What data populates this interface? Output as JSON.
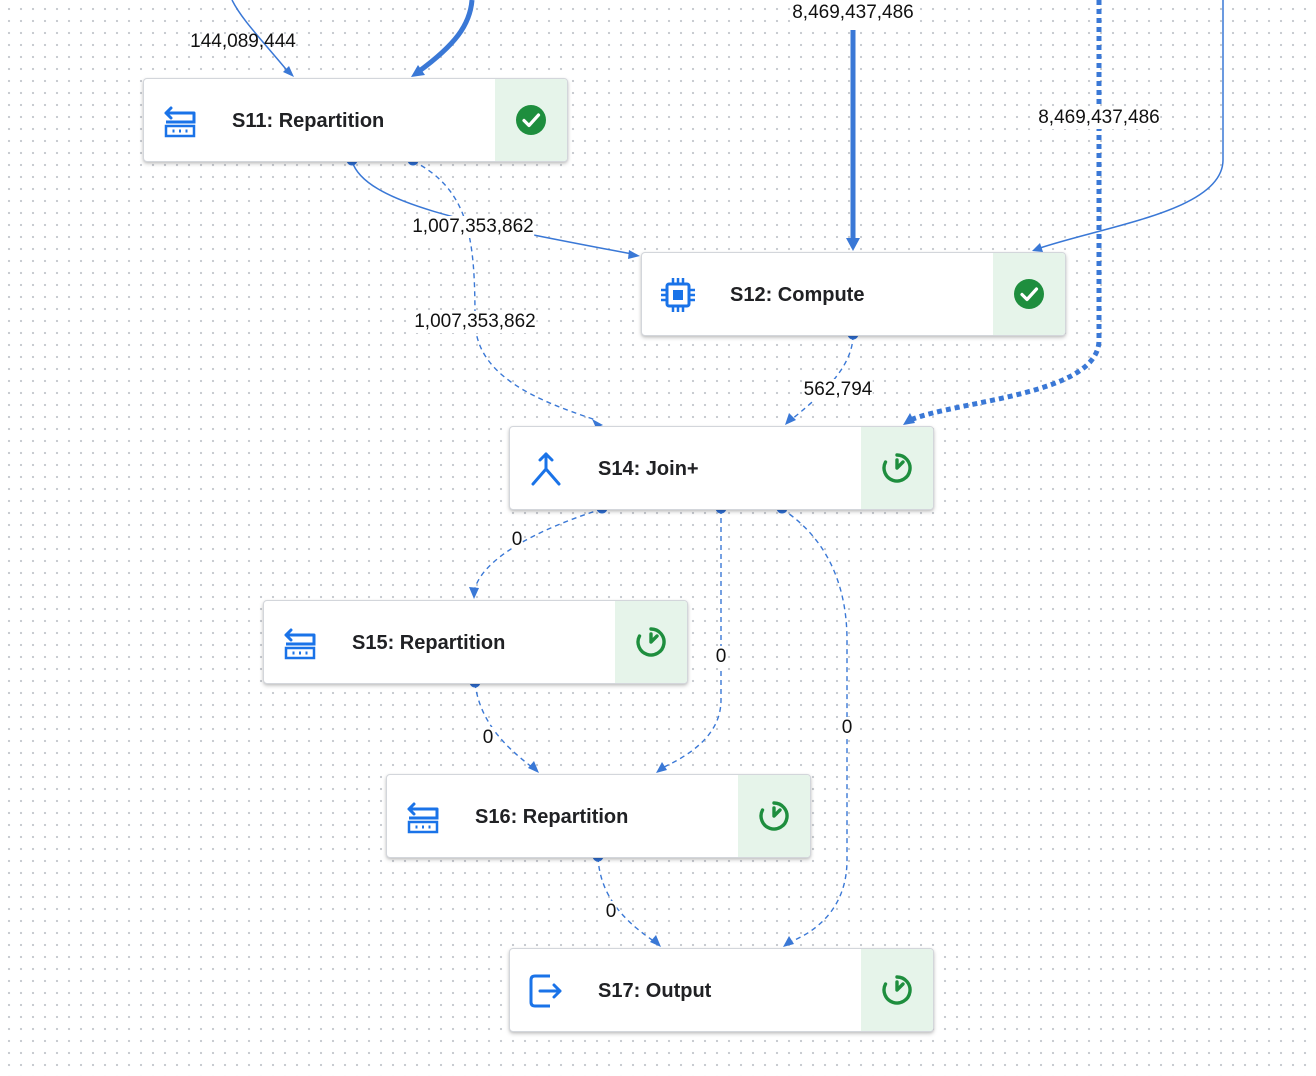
{
  "colors": {
    "edge": "#3a78d6",
    "status_success": "#1e8e3e",
    "status_bg": "#e6f4ea",
    "icon_blue": "#1a73e8"
  },
  "nodes": [
    {
      "id": "s11",
      "label": "S11: Repartition",
      "icon": "repartition-icon",
      "status": "success"
    },
    {
      "id": "s12",
      "label": "S12: Compute",
      "icon": "compute-chip-icon",
      "status": "success"
    },
    {
      "id": "s14",
      "label": "S14: Join+",
      "icon": "join-icon",
      "status": "running"
    },
    {
      "id": "s15",
      "label": "S15: Repartition",
      "icon": "repartition-icon",
      "status": "running"
    },
    {
      "id": "s16",
      "label": "S16: Repartition",
      "icon": "repartition-icon",
      "status": "running"
    },
    {
      "id": "s17",
      "label": "S17: Output",
      "icon": "output-icon",
      "status": "running"
    }
  ],
  "edge_labels": {
    "into_s11": "144,089,444",
    "into_s12_top": "8,469,437,486",
    "into_s12_right": "8,469,437,486",
    "s11_to_s12": "1,007,353,862",
    "s11_to_s14": "1,007,353,862",
    "s12_to_s14": "562,794",
    "s14_to_s15": "0",
    "s14_to_s16": "0",
    "s14_to_s17": "0",
    "s15_to_s16": "0",
    "s16_to_s17": "0"
  }
}
